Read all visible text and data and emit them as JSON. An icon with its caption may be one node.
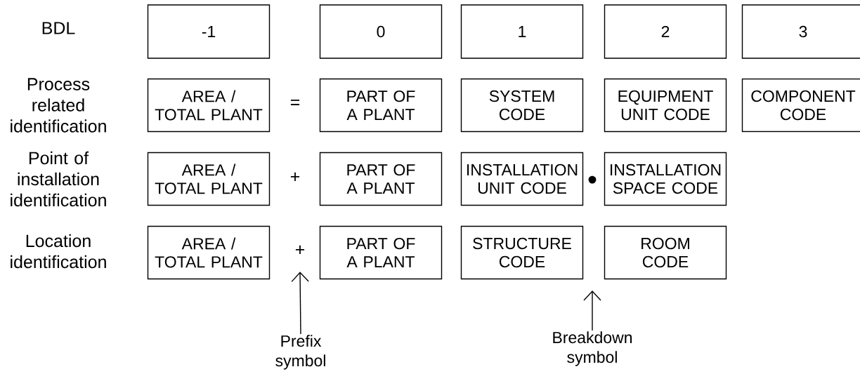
{
  "diagram": {
    "nodes": [
      {
        "text": [
          "-1"
        ]
      },
      {
        "text": [
          "0"
        ]
      },
      {
        "text": [
          "1"
        ]
      },
      {
        "text": [
          "2"
        ]
      },
      {
        "text": [
          "3"
        ]
      },
      {
        "text": [
          "AREA / TOTAL PLANT"
        ]
      },
      {
        "text": [
          "PART OF A PLANT"
        ]
      },
      {
        "text": [
          "SYSTEM CODE"
        ]
      },
      {
        "text": [
          "EQUIPMENT UNIT CODE"
        ]
      },
      {
        "text": [
          "COMPONENT CODE"
        ]
      },
      {
        "text": [
          "AREA / TOTAL PLANT"
        ]
      },
      {
        "text": [
          "PART OF A PLANT"
        ]
      },
      {
        "text": [
          "INSTALLATION UNIT CODE"
        ]
      },
      {
        "text": [
          "INSTALLATION SPACE CODE"
        ]
      },
      {
        "text": [
          "AREA / TOTAL PLANT"
        ]
      },
      {
        "text": [
          "+"
        ]
      },
      {
        "text": [
          "PART OF A PLANT"
        ]
      },
      {
        "text": [
          "STRUCTURE CODE"
        ]
      },
      {
        "text": [
          "ROOM CODE"
        ]
      },
      {
        "text": [
          "Prefix symbol"
        ]
      },
      {
        "text": [
          "Breakdown symbol"
        ]
      }
    ],
    "edges": [
      {
        "from": 19,
        "to": 15,
        "arrow": "to"
      },
      {
        "from": 20,
        "to": null,
        "arrow": "to"
      }
    ],
    "labels": [
      "BDL",
      "Process related identification",
      "Point of installation identification",
      "Location identification",
      "=",
      "+",
      "•"
    ]
  }
}
